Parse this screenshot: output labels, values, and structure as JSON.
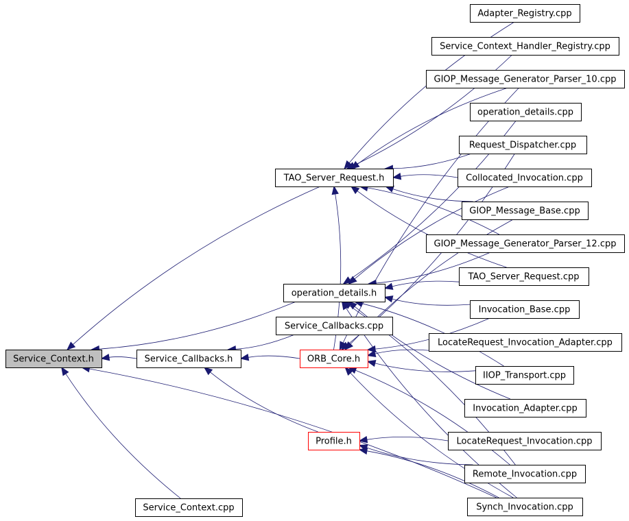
{
  "colors": {
    "edge": "#191970",
    "node_border": "#000000",
    "node_border_incomplete": "#ff0000",
    "node_fill": "#ffffff",
    "root_fill": "#bfbfbf"
  },
  "nodes": [
    {
      "id": "service_context_h",
      "label": "Service_Context.h",
      "style": "root"
    },
    {
      "id": "service_callbacks_h",
      "label": "Service_Callbacks.h",
      "style": "normal"
    },
    {
      "id": "service_context_cpp",
      "label": "Service_Context.cpp",
      "style": "normal"
    },
    {
      "id": "tao_server_request_h",
      "label": "TAO_Server_Request.h",
      "style": "normal"
    },
    {
      "id": "operation_details_h",
      "label": "operation_details.h",
      "style": "normal"
    },
    {
      "id": "service_callbacks_cpp",
      "label": "Service_Callbacks.cpp",
      "style": "normal"
    },
    {
      "id": "orb_core_h",
      "label": "ORB_Core.h",
      "style": "red"
    },
    {
      "id": "profile_h",
      "label": "Profile.h",
      "style": "red"
    },
    {
      "id": "adapter_registry_cpp",
      "label": "Adapter_Registry.cpp",
      "style": "normal"
    },
    {
      "id": "service_context_handler_registry_cpp",
      "label": "Service_Context_Handler_Registry.cpp",
      "style": "normal"
    },
    {
      "id": "giop_message_generator_parser_10_cpp",
      "label": "GIOP_Message_Generator_Parser_10.cpp",
      "style": "normal"
    },
    {
      "id": "operation_details_cpp",
      "label": "operation_details.cpp",
      "style": "normal"
    },
    {
      "id": "request_dispatcher_cpp",
      "label": "Request_Dispatcher.cpp",
      "style": "normal"
    },
    {
      "id": "collocated_invocation_cpp",
      "label": "Collocated_Invocation.cpp",
      "style": "normal"
    },
    {
      "id": "giop_message_base_cpp",
      "label": "GIOP_Message_Base.cpp",
      "style": "normal"
    },
    {
      "id": "giop_message_generator_parser_12_cpp",
      "label": "GIOP_Message_Generator_Parser_12.cpp",
      "style": "normal"
    },
    {
      "id": "tao_server_request_cpp",
      "label": "TAO_Server_Request.cpp",
      "style": "normal"
    },
    {
      "id": "invocation_base_cpp",
      "label": "Invocation_Base.cpp",
      "style": "normal"
    },
    {
      "id": "locaterequest_invocation_adapter_cpp",
      "label": "LocateRequest_Invocation_Adapter.cpp",
      "style": "normal"
    },
    {
      "id": "iiop_transport_cpp",
      "label": "IIOP_Transport.cpp",
      "style": "normal"
    },
    {
      "id": "invocation_adapter_cpp",
      "label": "Invocation_Adapter.cpp",
      "style": "normal"
    },
    {
      "id": "locaterequest_invocation_cpp",
      "label": "LocateRequest_Invocation.cpp",
      "style": "normal"
    },
    {
      "id": "remote_invocation_cpp",
      "label": "Remote_Invocation.cpp",
      "style": "normal"
    },
    {
      "id": "synch_invocation_cpp",
      "label": "Synch_Invocation.cpp",
      "style": "normal"
    }
  ],
  "edges": [
    {
      "from": "service_callbacks_h",
      "to": "service_context_h"
    },
    {
      "from": "service_context_cpp",
      "to": "service_context_h"
    },
    {
      "from": "tao_server_request_h",
      "to": "service_context_h"
    },
    {
      "from": "operation_details_h",
      "to": "service_context_h"
    },
    {
      "from": "synch_invocation_cpp",
      "to": "service_context_h"
    },
    {
      "from": "service_callbacks_cpp",
      "to": "service_callbacks_h"
    },
    {
      "from": "orb_core_h",
      "to": "service_callbacks_h"
    },
    {
      "from": "profile_h",
      "to": "service_callbacks_h"
    },
    {
      "from": "adapter_registry_cpp",
      "to": "tao_server_request_h"
    },
    {
      "from": "service_context_handler_registry_cpp",
      "to": "tao_server_request_h"
    },
    {
      "from": "giop_message_generator_parser_10_cpp",
      "to": "tao_server_request_h"
    },
    {
      "from": "request_dispatcher_cpp",
      "to": "tao_server_request_h"
    },
    {
      "from": "collocated_invocation_cpp",
      "to": "tao_server_request_h"
    },
    {
      "from": "giop_message_base_cpp",
      "to": "tao_server_request_h"
    },
    {
      "from": "giop_message_generator_parser_12_cpp",
      "to": "tao_server_request_h"
    },
    {
      "from": "tao_server_request_cpp",
      "to": "tao_server_request_h"
    },
    {
      "from": "orb_core_h",
      "to": "tao_server_request_h"
    },
    {
      "from": "operation_details_cpp",
      "to": "operation_details_h"
    },
    {
      "from": "collocated_invocation_cpp",
      "to": "operation_details_h"
    },
    {
      "from": "giop_message_generator_parser_12_cpp",
      "to": "operation_details_h"
    },
    {
      "from": "tao_server_request_cpp",
      "to": "operation_details_h"
    },
    {
      "from": "invocation_base_cpp",
      "to": "operation_details_h"
    },
    {
      "from": "iiop_transport_cpp",
      "to": "operation_details_h"
    },
    {
      "from": "invocation_adapter_cpp",
      "to": "operation_details_h"
    },
    {
      "from": "remote_invocation_cpp",
      "to": "operation_details_h"
    },
    {
      "from": "synch_invocation_cpp",
      "to": "operation_details_h"
    },
    {
      "from": "giop_message_generator_parser_10_cpp",
      "to": "orb_core_h"
    },
    {
      "from": "request_dispatcher_cpp",
      "to": "orb_core_h"
    },
    {
      "from": "giop_message_base_cpp",
      "to": "orb_core_h"
    },
    {
      "from": "invocation_base_cpp",
      "to": "orb_core_h"
    },
    {
      "from": "locaterequest_invocation_adapter_cpp",
      "to": "orb_core_h"
    },
    {
      "from": "iiop_transport_cpp",
      "to": "orb_core_h"
    },
    {
      "from": "remote_invocation_cpp",
      "to": "orb_core_h"
    },
    {
      "from": "synch_invocation_cpp",
      "to": "orb_core_h"
    },
    {
      "from": "locaterequest_invocation_cpp",
      "to": "profile_h"
    },
    {
      "from": "remote_invocation_cpp",
      "to": "profile_h"
    },
    {
      "from": "synch_invocation_cpp",
      "to": "profile_h"
    }
  ]
}
